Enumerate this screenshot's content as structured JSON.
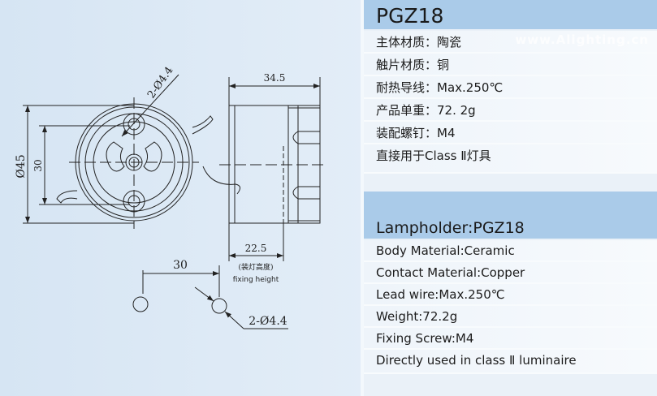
{
  "drawing": {
    "front_dia_label": "Ø45",
    "front_pitch_label": "30",
    "front_hole_label": "2-Ø4.4",
    "side_length_label": "34.5",
    "side_fixing_label": "22.5",
    "fixing_height_cn": "(装灯高度)",
    "fixing_height_en": "fixing height",
    "bottom_pitch_label": "30",
    "bottom_hole_label": "2-Ø4.4"
  },
  "spec_cn": {
    "title": "PGZ18",
    "watermark": "www.Alighting.cn",
    "rows": [
      "主体材质：陶瓷",
      "触片材质：铜",
      "耐热导线：Max.250℃",
      "产品单重：72. 2g",
      "装配螺钉：M4",
      "直接用于Class Ⅱ灯具"
    ]
  },
  "spec_en": {
    "title": "Lampholder:PGZ18",
    "rows": [
      "Body Material:Ceramic",
      "Contact Material:Copper",
      "Lead wire:Max.250℃",
      "Weight:72.2g",
      "Fixing Screw:M4",
      "Directly used in class Ⅱ  luminaire"
    ]
  }
}
